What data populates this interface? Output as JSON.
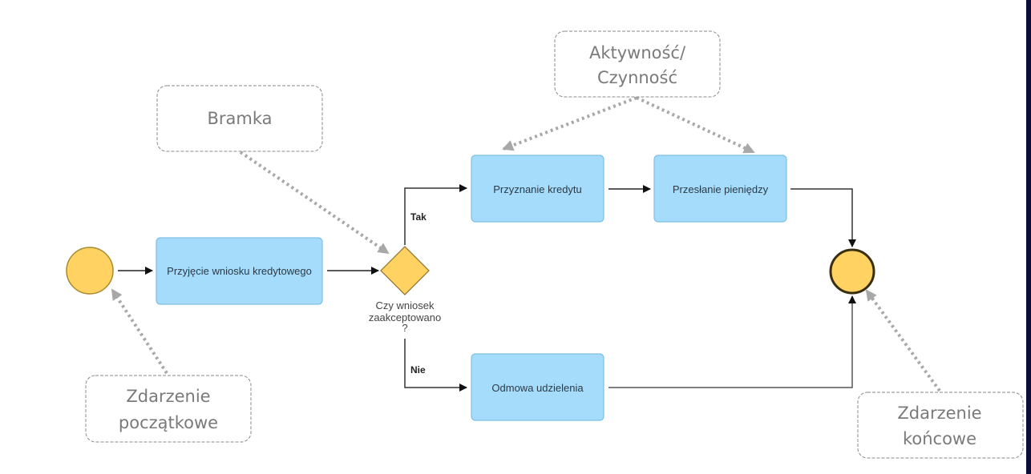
{
  "diagram": {
    "type": "BPMN process",
    "colors": {
      "task_fill": "#a6dcfb",
      "task_stroke": "#7fbfe6",
      "event_fill": "#ffd262",
      "event_stroke": "#a88a2e",
      "gateway_fill": "#ffd262",
      "flow_line": "#222222",
      "annotation_line": "#a0a0a0",
      "annotation_text": "#7a7a7a"
    },
    "start_event": {
      "label": ""
    },
    "end_event": {
      "label": ""
    },
    "tasks": [
      {
        "id": "t1",
        "label": "Przyjęcie wniosku kredytowego"
      },
      {
        "id": "t2",
        "label": "Przyznanie kredytu"
      },
      {
        "id": "t3",
        "label": "Przesłanie pieniędzy"
      },
      {
        "id": "t4",
        "label": "Odmowa udzielenia"
      }
    ],
    "gateway": {
      "label_lines": [
        "Czy wniosek",
        "zaakceptowano",
        "?"
      ]
    },
    "flow_labels": {
      "yes": "Tak",
      "no": "Nie"
    },
    "annotations": {
      "gateway": {
        "lines": [
          "Bramka"
        ]
      },
      "activity": {
        "lines": [
          "Aktywność/",
          "Czynność"
        ]
      },
      "start_event": {
        "lines": [
          "Zdarzenie",
          "początkowe"
        ]
      },
      "end_event": {
        "lines": [
          "Zdarzenie",
          "końcowe"
        ]
      }
    }
  }
}
